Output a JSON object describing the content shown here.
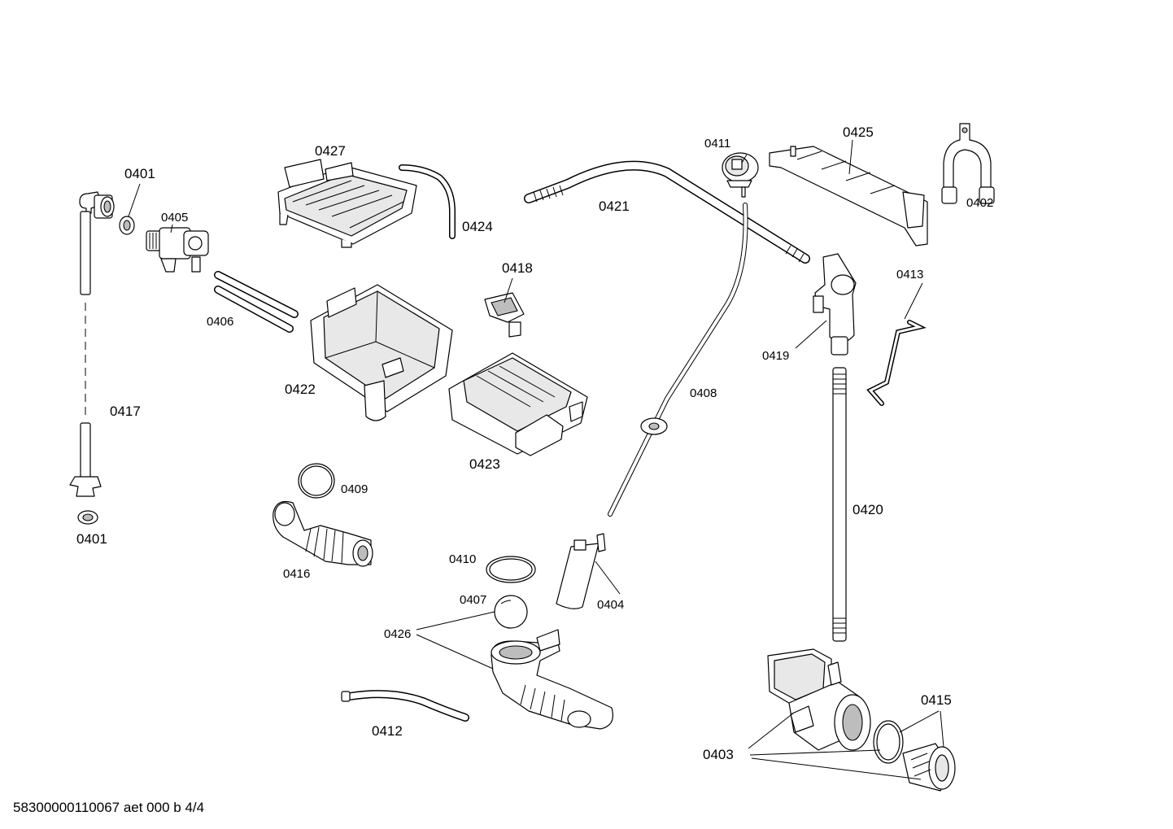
{
  "labels": {
    "p0401a": "0401",
    "p0401b": "0401",
    "p0402": "0402",
    "p0403": "0403",
    "p0404": "0404",
    "p0405": "0405",
    "p0406": "0406",
    "p0407": "0407",
    "p0408": "0408",
    "p0409": "0409",
    "p0410": "0410",
    "p0411": "0411",
    "p0412": "0412",
    "p0413": "0413",
    "p0415": "0415",
    "p0416": "0416",
    "p0417": "0417",
    "p0418": "0418",
    "p0419": "0419",
    "p0420": "0420",
    "p0421": "0421",
    "p0422": "0422",
    "p0423": "0423",
    "p0424": "0424",
    "p0425": "0425",
    "p0426": "0426",
    "p0427": "0427"
  },
  "footer": "58300000110067 aet 000 b 4/4"
}
